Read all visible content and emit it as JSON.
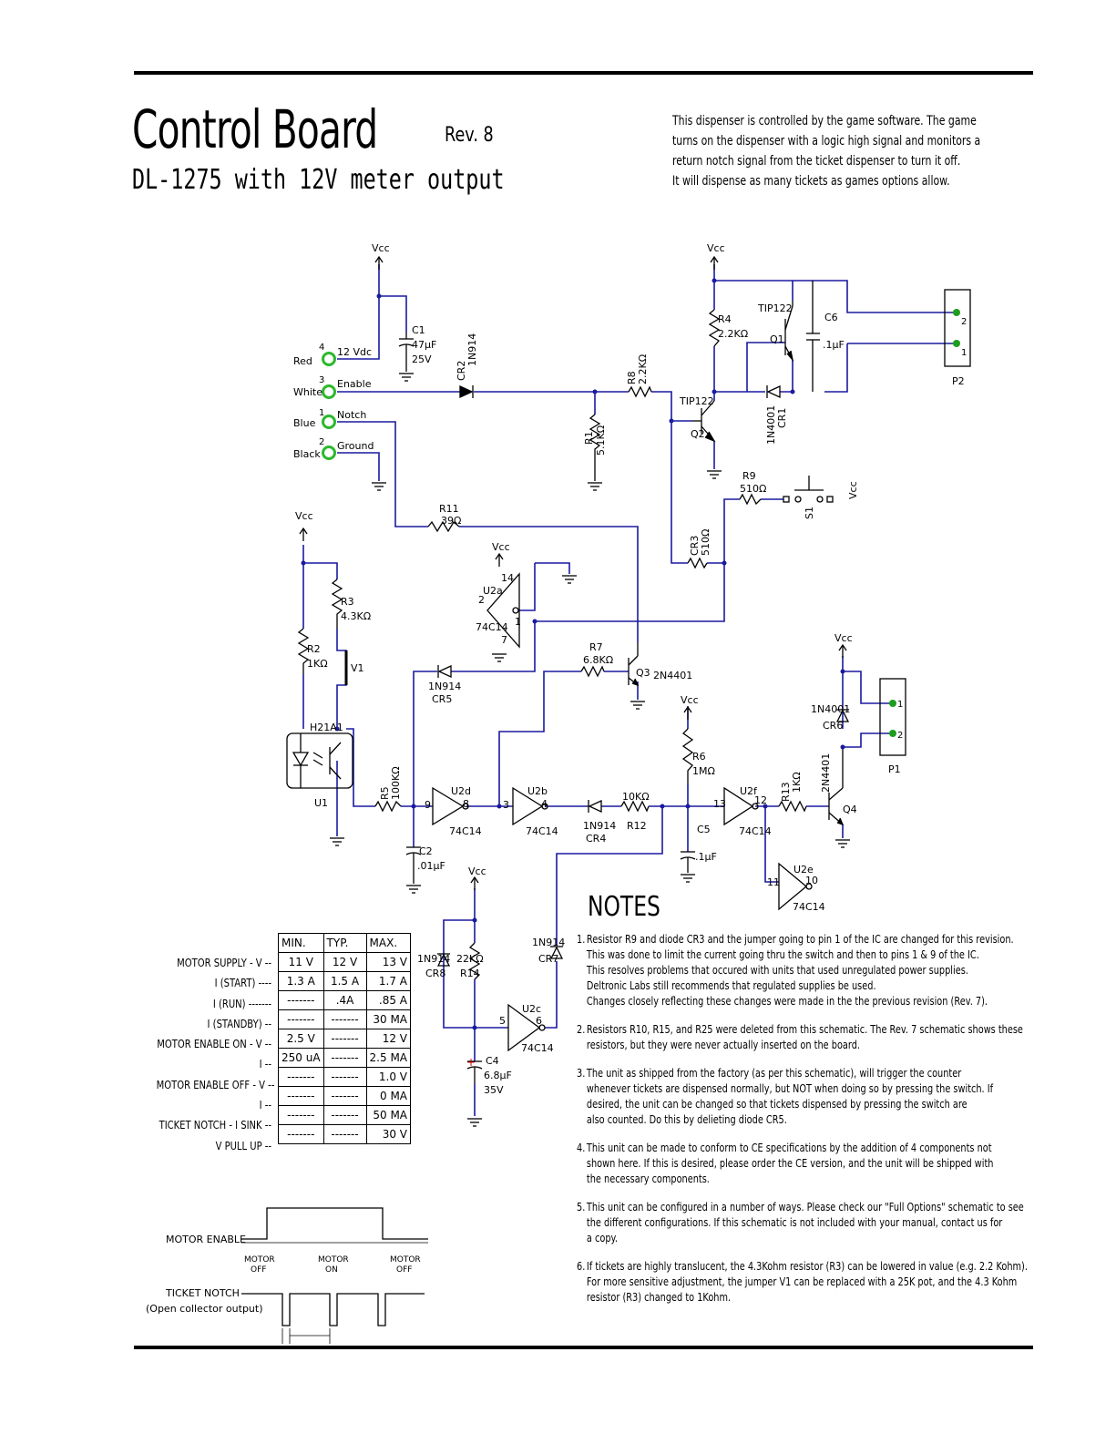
{
  "header": {
    "title": "Control Board",
    "revision": "Rev. 8",
    "subtitle": "DL-1275 with 12V meter output",
    "intro_lines": [
      "This dispenser is controlled by the game software. The game",
      "turns on the dispenser with a logic high signal and monitors a",
      "return notch signal from the ticket dispenser to turn it off.",
      "It will dispense as many tickets as games options allow."
    ]
  },
  "schematic": {
    "wires": {
      "red": "Red",
      "white": "White",
      "blue": "Blue",
      "black": "Black",
      "pin4": "4",
      "pin3": "3",
      "pin1": "1",
      "pin2": "2",
      "n12vdc": "12 Vdc",
      "enable": "Enable",
      "notch": "Notch",
      "ground": "Ground"
    },
    "vcc": "Vcc",
    "components": {
      "c1": "C1",
      "c1_val": "47µF",
      "c1_v": "25V",
      "cr2": "CR2",
      "cr2_val": "1N914",
      "r8": "R8",
      "r8_val": "2.2KΩ",
      "r1": "R1",
      "r1_val": "5.1KΩ",
      "r4": "R4",
      "r4_val": "2.2KΩ",
      "tip122_q1": "TIP122",
      "q1": "Q1",
      "tip122_q2": "TIP122",
      "q2": "Q2",
      "c6": "C6",
      "c6_val": ".1µF",
      "cr1": "CR1",
      "cr1_val": "1N4001",
      "p2": "P2",
      "p2_pin2": "2",
      "p2_pin1": "1",
      "r9": "R9",
      "r9_val": "510Ω",
      "s1": "S1",
      "cr3": "CR3",
      "cr3_val": "510Ω",
      "r11": "R11",
      "r11_val": "39Ω",
      "u2a": "U2a",
      "u2a_part": "74C14",
      "u2a_p14": "14",
      "u2a_p2": "2",
      "u2a_p1": "1",
      "u2a_p7": "7",
      "r3": "R3",
      "r3_val": "4.3KΩ",
      "r2": "R2",
      "r2_val": "1KΩ",
      "v1": "V1",
      "h21a1": "H21A1",
      "u1": "U1",
      "cr5_part": "1N914",
      "cr5": "CR5",
      "r7": "R7",
      "r7_val": "6.8KΩ",
      "q3": "Q3",
      "q3_part": "2N4401",
      "r5": "R5",
      "r5_val": "100KΩ",
      "c2": "C2",
      "c2_val": ".01µF",
      "u2d": "U2d",
      "u2d_part": "74C14",
      "u2d_in": "9",
      "u2d_out": "8",
      "u2b": "U2b",
      "u2b_part": "74C14",
      "u2b_in": "3",
      "u2b_out": "4",
      "cr4_part": "1N914",
      "cr4": "CR4",
      "r12_val": "10KΩ",
      "r12": "R12",
      "r6": "R6",
      "r6_val": "1MΩ",
      "c5": "C5",
      "c5_val": ".1µF",
      "u2f": "U2f",
      "u2f_part": "74C14",
      "u2f_in": "13",
      "u2f_out": "12",
      "r13": "R13",
      "r13_val": "1KΩ",
      "q4": "Q4",
      "q4_part": "2N4401",
      "cr6_part": "1N4001",
      "cr6": "CR6",
      "p1": "P1",
      "p1_pin1": "1",
      "p1_pin2": "2",
      "u2e": "U2e",
      "u2e_part": "74C14",
      "u2e_in": "11",
      "u2e_out": "10",
      "cr8_part": "1N914",
      "cr8": "CR8",
      "r14_val": "22KΩ",
      "r14": "R14",
      "cr7_part": "1N914",
      "cr7": "CR7",
      "u2c": "U2c",
      "u2c_part": "74C14",
      "u2c_in": "5",
      "u2c_out": "6",
      "c4": "C4",
      "c4_val": "6.8µF",
      "c4_v": "35V"
    }
  },
  "spec_table": {
    "headers": [
      "MIN.",
      "TYP.",
      "MAX."
    ],
    "row_labels": [
      "MOTOR SUPPLY - V --",
      "I (START) ----",
      "I (RUN) -------",
      "I (STANDBY) --",
      "MOTOR ENABLE ON - V --",
      "I --",
      "MOTOR ENABLE OFF - V --",
      "I --",
      "TICKET NOTCH - I SINK --",
      "V PULL UP --"
    ],
    "rows": [
      [
        "11 V",
        "12 V",
        "13 V"
      ],
      [
        "1.3 A",
        "1.5 A",
        "1.7 A"
      ],
      [
        "-------",
        ".4A",
        ".85 A"
      ],
      [
        "-------",
        "-------",
        "30 MA"
      ],
      [
        "2.5 V",
        "-------",
        "12 V"
      ],
      [
        "250 uA",
        "-------",
        "2.5 MA"
      ],
      [
        "-------",
        "-------",
        "1.0 V"
      ],
      [
        "-------",
        "-------",
        "0 MA"
      ],
      [
        "-------",
        "-------",
        "50 MA"
      ],
      [
        "-------",
        "-------",
        "30 V"
      ]
    ]
  },
  "timing": {
    "motor_enable": "MOTOR ENABLE",
    "motor_off_1": "MOTOR",
    "motor_off_2": "OFF",
    "motor_on_1": "MOTOR",
    "motor_on_2": "ON",
    "ticket_notch": "TICKET NOTCH",
    "open_collector": "(Open collector output)"
  },
  "notes": {
    "title": "NOTES",
    "items": [
      {
        "num": "1.",
        "lines": [
          "Resistor R9 and diode CR3 and the jumper going to pin 1 of the IC are changed for this revision.",
          "This was done to limit the current going thru the switch and then to pins 1 & 9 of the IC.",
          "This resolves problems that occured with units that  used unregulated power supplies.",
          "Deltronic Labs still recommends that regulated supplies be used.",
          "Changes closely reflecting these changes were made in the the previous revision (Rev. 7)."
        ]
      },
      {
        "num": "2.",
        "lines": [
          "Resistors R10, R15, and R25 were deleted from this schematic.  The Rev. 7 schematic shows these",
          "resistors, but they were never actually inserted on the board."
        ]
      },
      {
        "num": "3.",
        "lines": [
          "The unit as shipped from the factory (as per this schematic), will trigger the counter",
          "whenever tickets are dispensed normally, but NOT when doing so by pressing the switch.  If",
          "desired, the unit can be changed so that tickets dispensed by pressing the switch are",
          "also counted. Do this by delieting diode CR5."
        ]
      },
      {
        "num": "4.",
        "lines": [
          "This unit can be made to conform to CE specifications by the addition of 4 components not",
          "shown here.  If this is desired, please order the CE version, and the unit will be shipped with",
          "the necessary components."
        ]
      },
      {
        "num": "5.",
        "lines": [
          "This unit can be configured in a number of ways.  Please check our \"Full Options\" schematic to see",
          "the different configurations.  If this schematic is not included with your manual, contact us for",
          "a copy."
        ]
      },
      {
        "num": "6.",
        "lines": [
          "If tickets are highly translucent, the 4.3Kohm resistor (R3) can be lowered in value (e.g. 2.2 Kohm).",
          "For more sensitive adjustment, the jumper V1 can be replaced with a 25K pot, and the 4.3 Kohm",
          "resistor (R3) changed to 1Kohm."
        ]
      }
    ]
  },
  "colors": {
    "wire": "#1a1aa0",
    "terminal": "#2db82d",
    "dot": "#1e9e1e",
    "ink": "#000000",
    "polarity": "#cc0000"
  }
}
